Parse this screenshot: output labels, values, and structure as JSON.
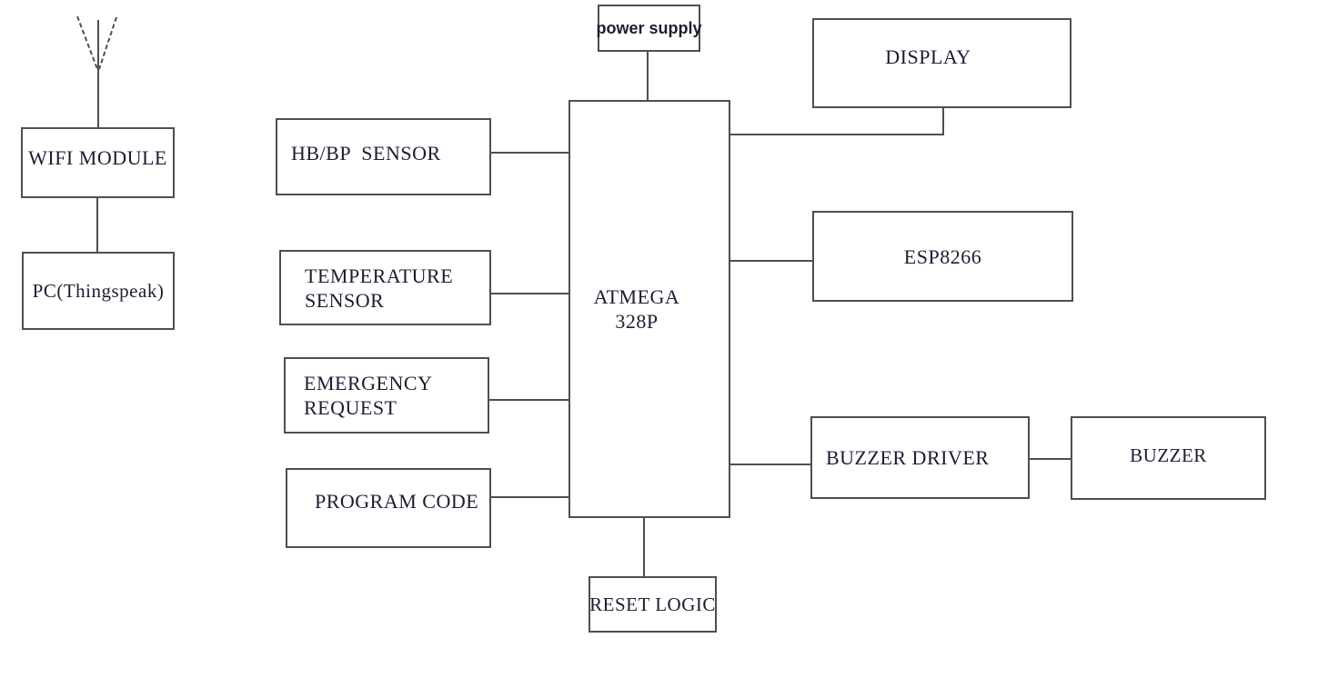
{
  "diagram": {
    "type": "block-diagram",
    "description": "Embedded health-monitoring system block diagram centered on an ATMEGA 328P microcontroller",
    "colors": {
      "background": "#ffffff",
      "line": "#4f4f4f",
      "text": "#1d1d30"
    },
    "boxes": {
      "wifi_module": {
        "label": "WIFI MODULE"
      },
      "pc_thingspeak": {
        "label": "PC(Thingspeak)"
      },
      "power_supply": {
        "label": "power supply"
      },
      "hb_bp_sensor": {
        "label": "HB/BP  SENSOR"
      },
      "temperature_sensor": {
        "line1": "TEMPERATURE",
        "line2": "SENSOR"
      },
      "emergency_request": {
        "line1": "EMERGENCY",
        "line2": "REQUEST"
      },
      "program_code": {
        "label": "PROGRAM CODE"
      },
      "atmega": {
        "line1": "ATMEGA",
        "line2": "328P"
      },
      "display": {
        "label": "DISPLAY"
      },
      "esp8266": {
        "label": "ESP8266"
      },
      "buzzer_driver": {
        "label": "BUZZER DRIVER"
      },
      "buzzer": {
        "label": "BUZZER"
      },
      "reset_logic": {
        "label": "RESET LOGIC"
      }
    },
    "edges": [
      {
        "from": "antenna",
        "to": "wifi_module"
      },
      {
        "from": "wifi_module",
        "to": "pc_thingspeak"
      },
      {
        "from": "power_supply",
        "to": "atmega"
      },
      {
        "from": "hb_bp_sensor",
        "to": "atmega"
      },
      {
        "from": "temperature_sensor",
        "to": "atmega"
      },
      {
        "from": "emergency_request",
        "to": "atmega"
      },
      {
        "from": "program_code",
        "to": "atmega"
      },
      {
        "from": "atmega",
        "to": "display"
      },
      {
        "from": "atmega",
        "to": "esp8266"
      },
      {
        "from": "atmega",
        "to": "buzzer_driver"
      },
      {
        "from": "buzzer_driver",
        "to": "buzzer"
      },
      {
        "from": "atmega",
        "to": "reset_logic"
      }
    ]
  }
}
